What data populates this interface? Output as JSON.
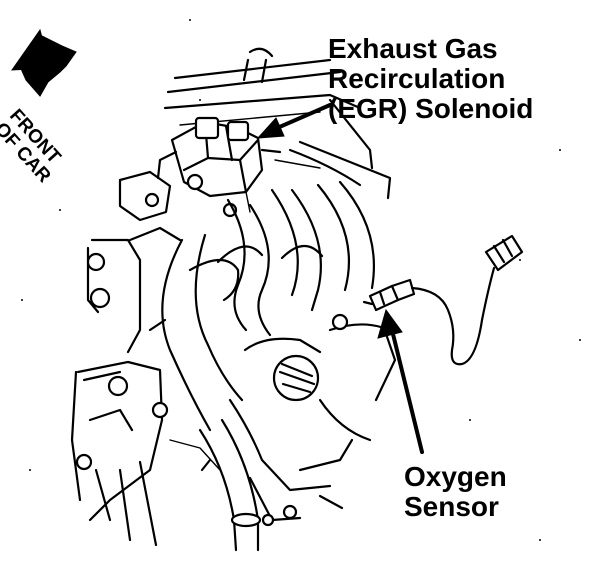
{
  "labels": {
    "egr": {
      "line1": "Exhaust Gas",
      "line2": "Recirculation",
      "line3": "(EGR) Solenoid"
    },
    "oxygen_sensor": {
      "line1": "Oxygen",
      "line2": "Sensor"
    },
    "front_of_car": {
      "line1": "FRONT",
      "line2": "OF CAR"
    }
  },
  "colors": {
    "ink": "#000000",
    "paper": "#ffffff"
  },
  "icons": {
    "direction": "arrow-up-left-icon"
  }
}
